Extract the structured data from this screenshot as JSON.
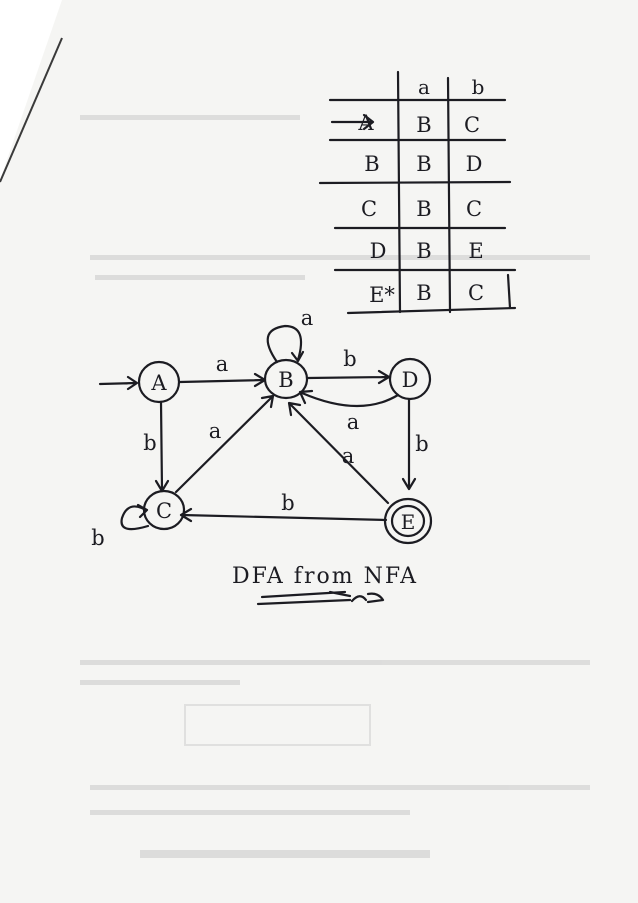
{
  "table": {
    "columns": [
      "a",
      "b"
    ],
    "rows": [
      {
        "state": "A",
        "a": "B",
        "b": "C"
      },
      {
        "state": "B",
        "a": "B",
        "b": "D"
      },
      {
        "state": "C",
        "a": "B",
        "b": "C"
      },
      {
        "state": "D",
        "a": "B",
        "b": "E"
      },
      {
        "state": "E*",
        "a": "B",
        "b": "C"
      }
    ]
  },
  "diagram": {
    "states": [
      "A",
      "B",
      "C",
      "D",
      "E"
    ],
    "transitions": [
      {
        "from": "A",
        "to": "B",
        "label": "a"
      },
      {
        "from": "A",
        "to": "C",
        "label": "b"
      },
      {
        "from": "B",
        "to": "B",
        "label": "a"
      },
      {
        "from": "B",
        "to": "D",
        "label": "b"
      },
      {
        "from": "C",
        "to": "B",
        "label": "a"
      },
      {
        "from": "C",
        "to": "C",
        "label": "b"
      },
      {
        "from": "D",
        "to": "B",
        "label": "a"
      },
      {
        "from": "D",
        "to": "E",
        "label": "b"
      },
      {
        "from": "E",
        "to": "B",
        "label": "a"
      },
      {
        "from": "E",
        "to": "C",
        "label": "b"
      }
    ]
  },
  "caption": "DFA from NFA"
}
